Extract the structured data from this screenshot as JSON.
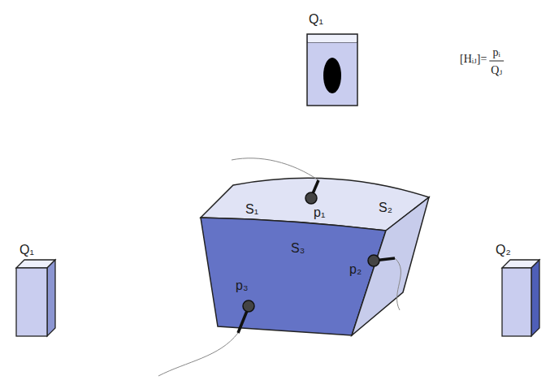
{
  "diagram": {
    "nodes": [
      {
        "text": [
          "Q₁"
        ]
      },
      {
        "text": [
          "Q₁"
        ]
      },
      {
        "text": [
          "S₁",
          "p₁",
          "S₂",
          "S₃",
          "p₂",
          "p₃"
        ]
      },
      {
        "text": [
          "Q₂"
        ]
      }
    ],
    "labels": [
      "[Hᵢⱼ]=",
      "pᵢ",
      "Qⱼ"
    ]
  }
}
